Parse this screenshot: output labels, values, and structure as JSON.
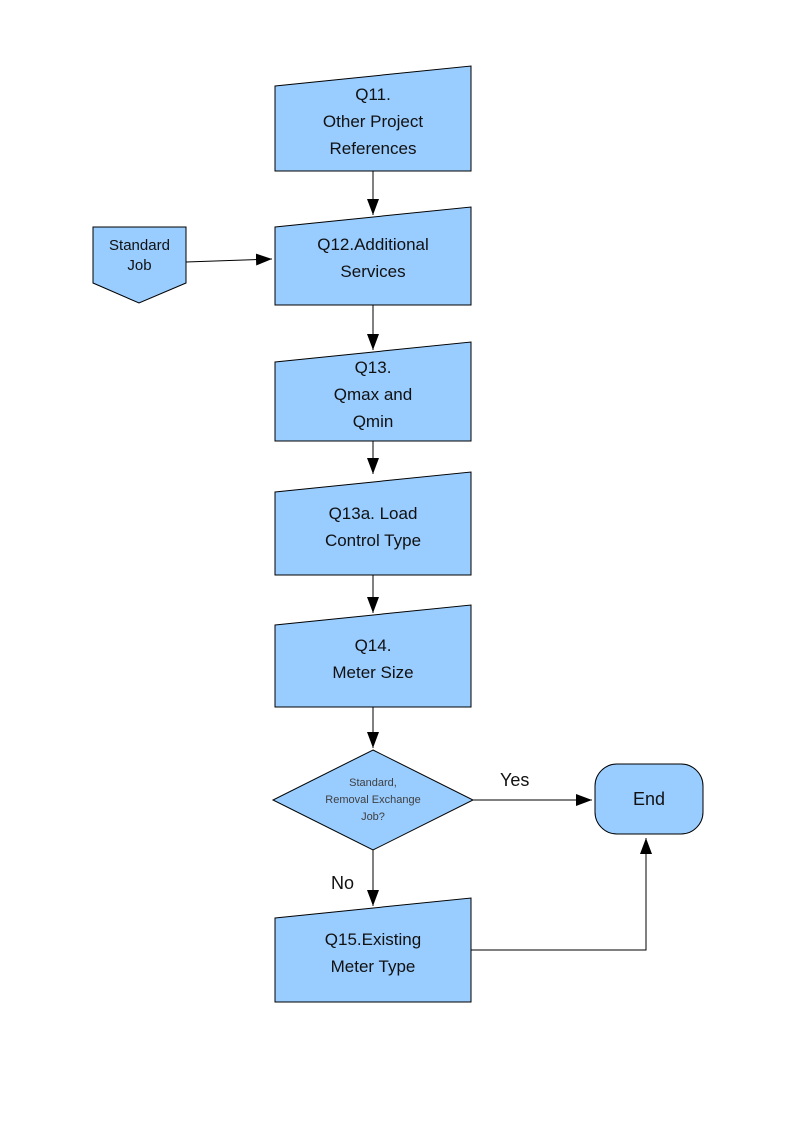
{
  "diagram": {
    "background_color": "#ffffff",
    "node_fill_color": "#99CCFF",
    "node_border_color": "#000000",
    "text_color": "#111111",
    "decision_text_color": "#3f3f3f",
    "nodes": {
      "q11": {
        "shape": "manual-input",
        "lines": [
          "Q11.",
          "Other Project",
          "References"
        ]
      },
      "standard_job": {
        "shape": "off-page-connector",
        "lines": [
          "Standard",
          "Job"
        ]
      },
      "q12": {
        "shape": "manual-input",
        "lines": [
          "Q12.Additional",
          "Services"
        ]
      },
      "q13": {
        "shape": "manual-input",
        "lines": [
          "Q13.",
          "Qmax and",
          "Qmin"
        ]
      },
      "q13a": {
        "shape": "manual-input",
        "lines": [
          "Q13a. Load",
          "Control Type"
        ]
      },
      "q14": {
        "shape": "manual-input",
        "lines": [
          "Q14.",
          "Meter Size"
        ]
      },
      "decision": {
        "shape": "decision",
        "lines": [
          "Standard,",
          "Removal Exchange",
          "Job?"
        ]
      },
      "end": {
        "shape": "terminator",
        "lines": [
          "End"
        ]
      },
      "q15": {
        "shape": "manual-input",
        "lines": [
          "Q15.Existing",
          "Meter Type"
        ]
      }
    },
    "edge_labels": {
      "yes": "Yes",
      "no": "No"
    }
  }
}
